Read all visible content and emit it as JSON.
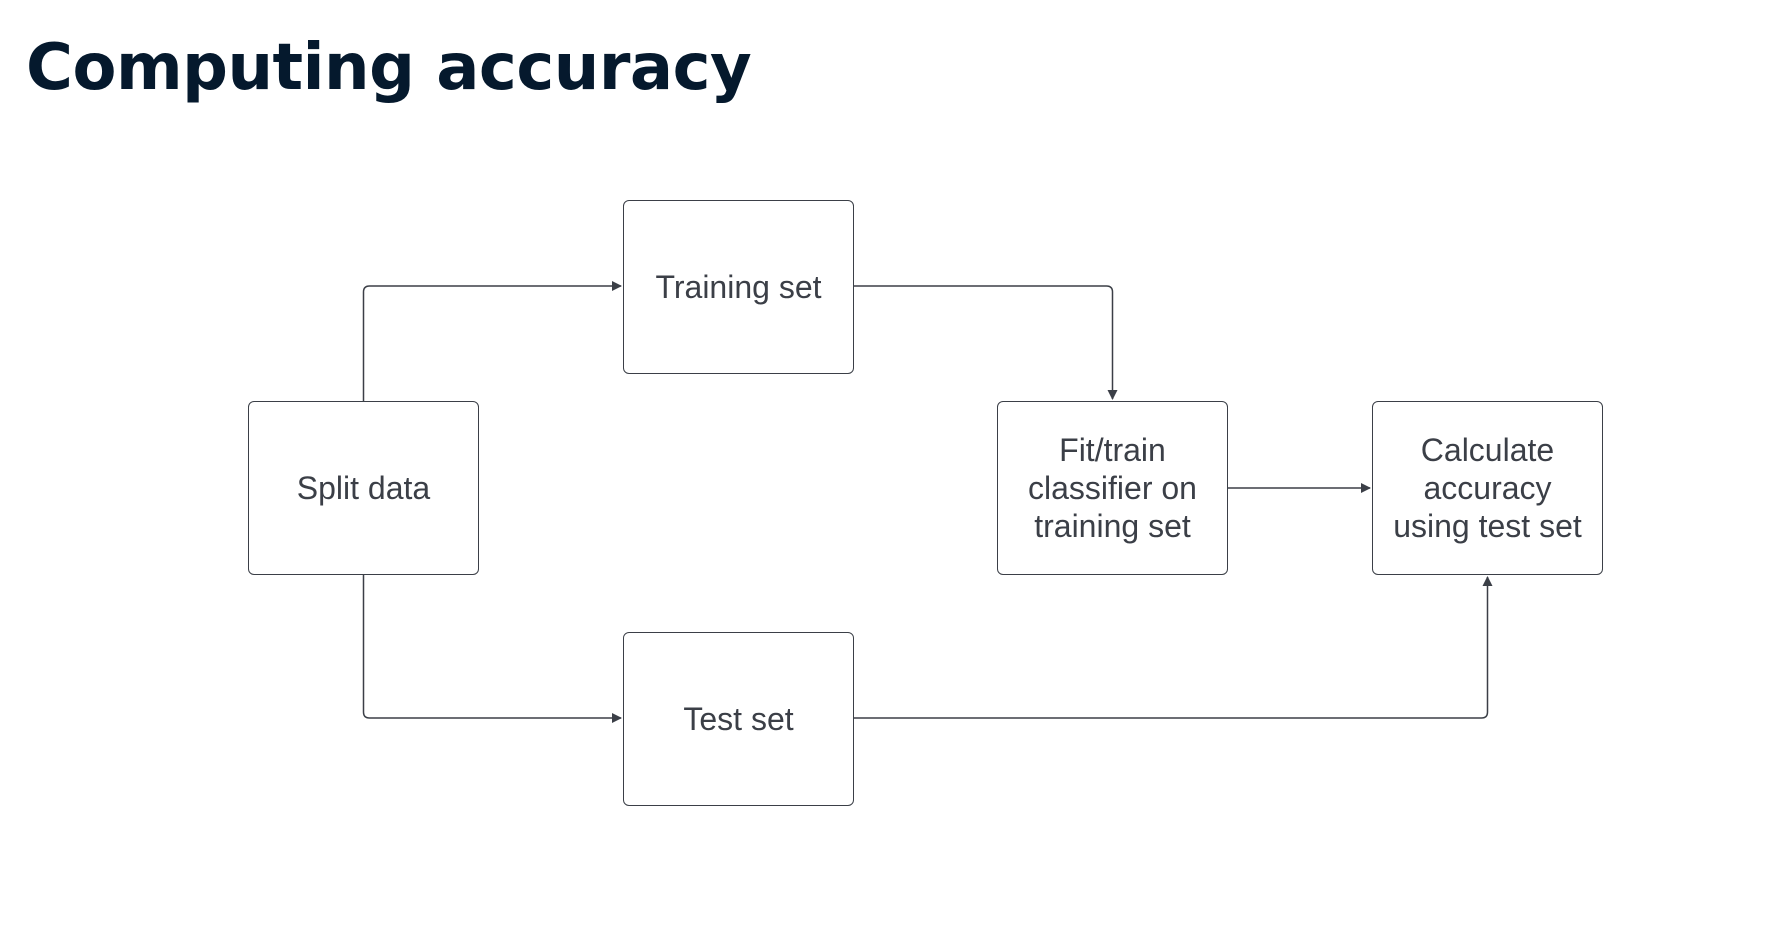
{
  "title": "Computing accuracy",
  "colors": {
    "title": "#05192d",
    "stroke": "#3b3f47",
    "text": "#3b3f47",
    "background": "#ffffff"
  },
  "nodes": {
    "split": {
      "lines": [
        "Split data"
      ]
    },
    "train": {
      "lines": [
        "Training set"
      ]
    },
    "test": {
      "lines": [
        "Test set"
      ]
    },
    "fit": {
      "lines": [
        "Fit/train",
        "classifier on",
        "training set"
      ]
    },
    "calc": {
      "lines": [
        "Calculate",
        "accuracy",
        "using test set"
      ]
    }
  },
  "edges": [
    {
      "from": "split",
      "to": "train"
    },
    {
      "from": "split",
      "to": "test"
    },
    {
      "from": "train",
      "to": "fit"
    },
    {
      "from": "fit",
      "to": "calc"
    },
    {
      "from": "test",
      "to": "calc"
    }
  ]
}
